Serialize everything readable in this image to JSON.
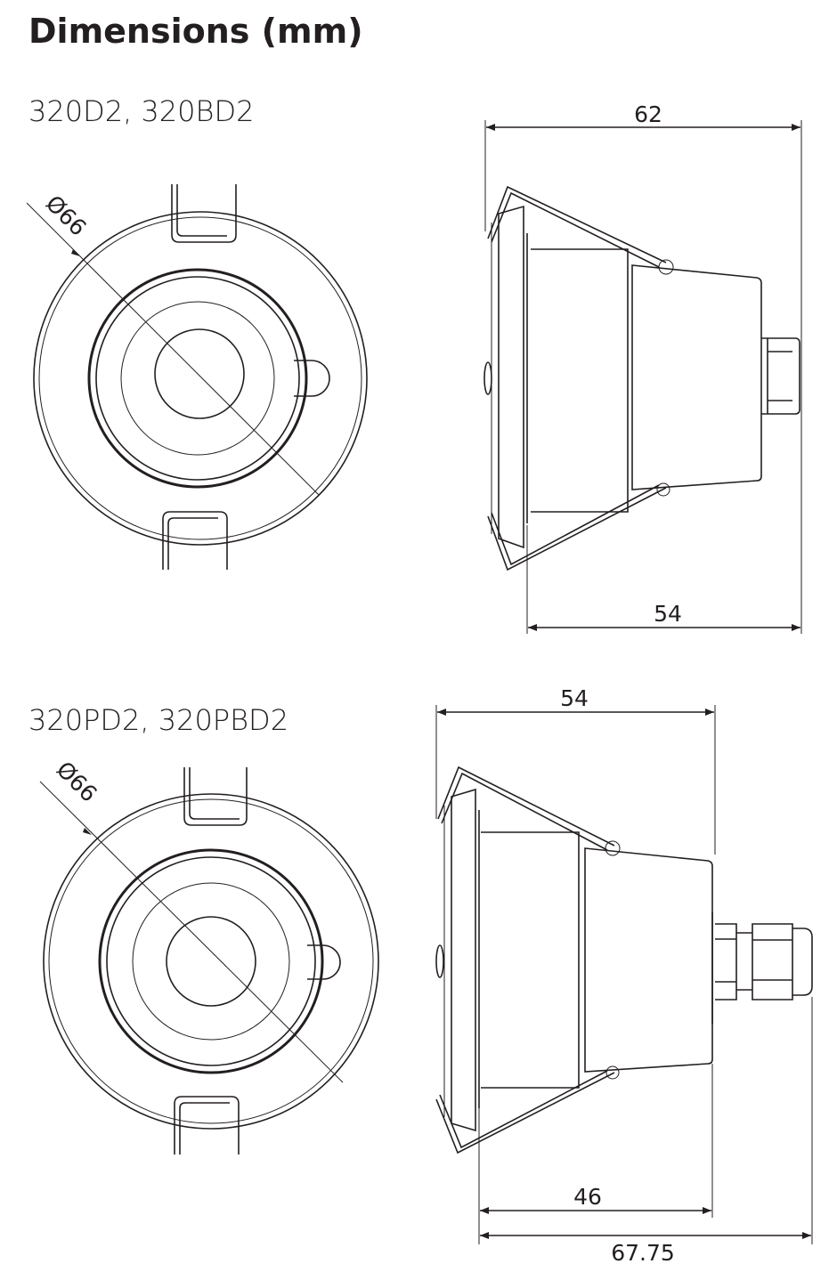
{
  "title": "Dimensions (mm)",
  "sections": [
    {
      "models": "320D2, 320BD2",
      "diameter_label": "Ø66",
      "side_width_label": "62",
      "depth_label": "54"
    },
    {
      "models": "320PD2, 320PBD2",
      "diameter_label": "Ø66",
      "side_width_label": "54",
      "depth_label": "46",
      "total_depth_label": "67.75"
    }
  ],
  "colors": {
    "line": "#231f20",
    "background": "#ffffff"
  }
}
